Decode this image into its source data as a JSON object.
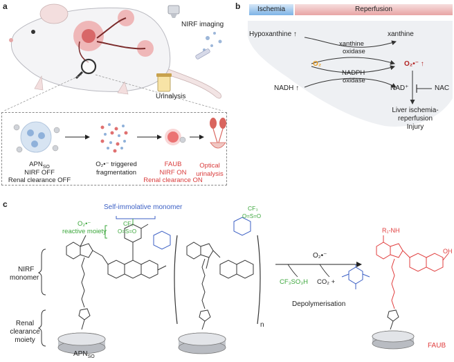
{
  "panel_a": {
    "letter": "a",
    "nirf_imaging": "NIRF imaging",
    "urinalysis": "Urinalysis",
    "apn_prefix": "APN",
    "apn_sub": "SO",
    "nirf_off": "NIRF OFF",
    "renal_off": "Renal clearance OFF",
    "triggered_1": "O₂•⁻ triggered",
    "triggered_2": "fragmentation",
    "faub": "FAUB",
    "nirf_on": "NIRF ON",
    "renal_on": "Renal clearance ON",
    "optical_1": "Optical",
    "optical_2": "urinalysis",
    "colors": {
      "red": "#d93b3b",
      "dashed": "#888888"
    }
  },
  "panel_b": {
    "letter": "b",
    "ischemia": "Ischemia",
    "reperfusion": "Reperfusion",
    "hypoxanthine": "Hypoxanthine ↑",
    "xanthine": "xanthine",
    "xo_1": "xanthine",
    "xo_2": "oxidase",
    "o2": "O₂",
    "superoxide": "O₂•⁻ ↑",
    "nadph_1": "NADPH",
    "nadph_2": "oxidase",
    "nadh": "NADH ↑",
    "nadplus": "NAD⁺",
    "nac": "NAC",
    "injury_1": "Liver ischemia-",
    "injury_2": "reperfusion",
    "injury_3": "Injury",
    "colors": {
      "ischemia": "#7db3e6",
      "reperfusion": "#e8a4a4",
      "o2": "#e69b1e",
      "superoxide": "#b22222"
    }
  },
  "panel_c": {
    "letter": "c",
    "self_immolative": "Self-immolative monomer",
    "o2_reactive_1": "O₂•⁻",
    "o2_reactive_2": "reactive moiety",
    "nirf_1": "NIRF",
    "nirf_2": "monomer",
    "renal_1": "Renal",
    "renal_2": "clearance",
    "renal_3": "moiety",
    "apn_prefix": "APN",
    "apn_sub": "SO",
    "o2_arrow": "O₂•⁻",
    "byproduct_1": "CF₃SO₃H",
    "byproduct_2": "CO₂ +",
    "depolymerisation": "Depolymerisation",
    "faub": "FAUB",
    "n_label": "n",
    "r_nh": "R₁-NH",
    "oh": "OH",
    "cf3": "CF₃",
    "so2": "O=S=O",
    "colors": {
      "green": "#3aa63a",
      "blue": "#3b5fc4",
      "red": "#e03c3c"
    }
  }
}
